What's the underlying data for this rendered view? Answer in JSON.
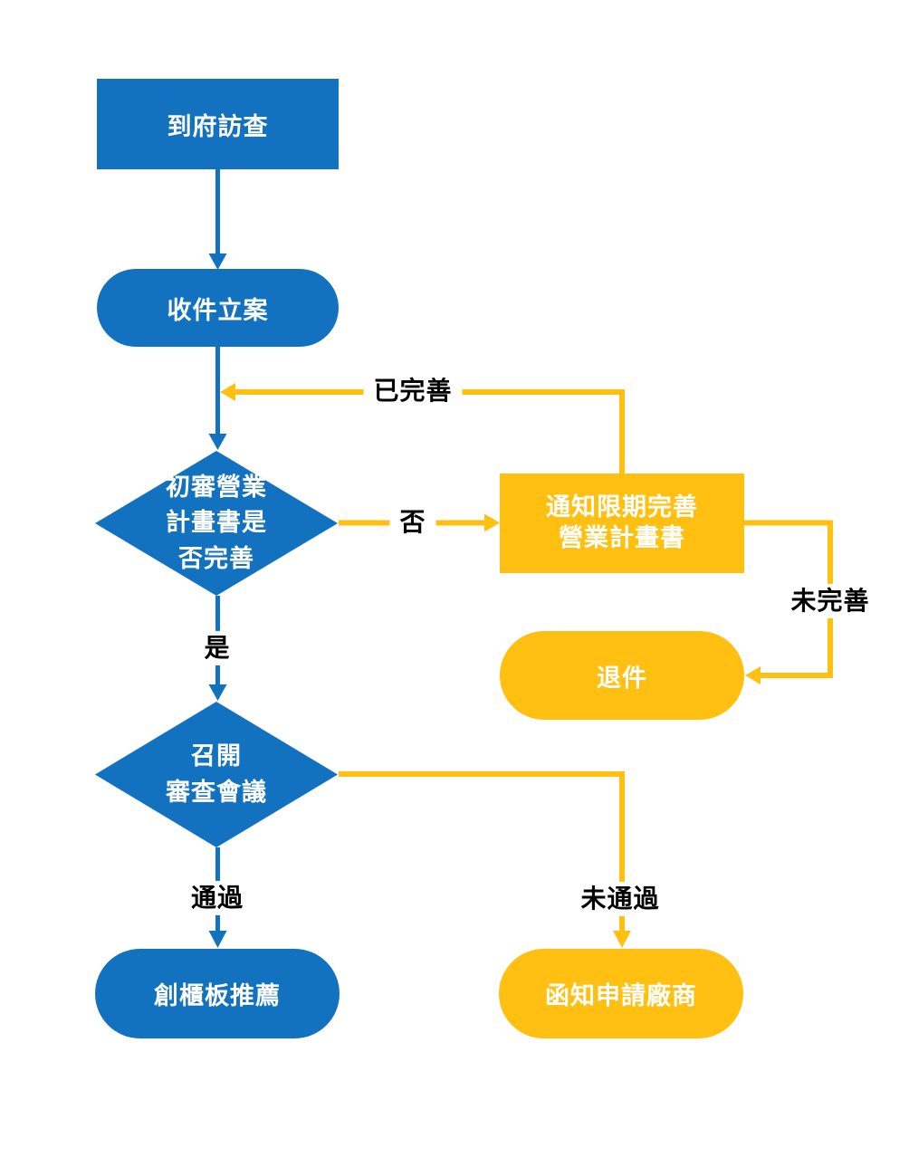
{
  "diagram": {
    "type": "flowchart",
    "nodes": {
      "visit": {
        "label": "到府訪查",
        "shape": "rectangle",
        "color": "#1272BF"
      },
      "intake": {
        "label": "收件立案",
        "shape": "rounded",
        "color": "#1272BF"
      },
      "initial_review": {
        "label": "初審營業\n計畫書是\n否完善",
        "shape": "diamond",
        "color": "#1272BF"
      },
      "notify_deadline": {
        "label": "通知限期完善\n營業計畫書",
        "shape": "rectangle",
        "color": "#FFC011"
      },
      "return_case": {
        "label": "退件",
        "shape": "rounded",
        "color": "#FFC011"
      },
      "review_meeting": {
        "label": "召開\n審查會議",
        "shape": "diamond",
        "color": "#1272BF"
      },
      "gisa_recommendation": {
        "label": "創櫃板推薦",
        "shape": "rounded",
        "color": "#1272BF"
      },
      "notify_applicant": {
        "label": "函知申請廠商",
        "shape": "rounded",
        "color": "#FFC011"
      }
    },
    "edge_labels": {
      "completed": "已完善",
      "no": "否",
      "yes": "是",
      "not_completed": "未完善",
      "passed": "通過",
      "not_passed": "未通過"
    },
    "colors": {
      "process_blue": "#1272BF",
      "alternate_yellow": "#FFC011",
      "node_text": "#FFFFFF",
      "edge_label_text": "#000000",
      "background": "#FFFFFF"
    }
  }
}
